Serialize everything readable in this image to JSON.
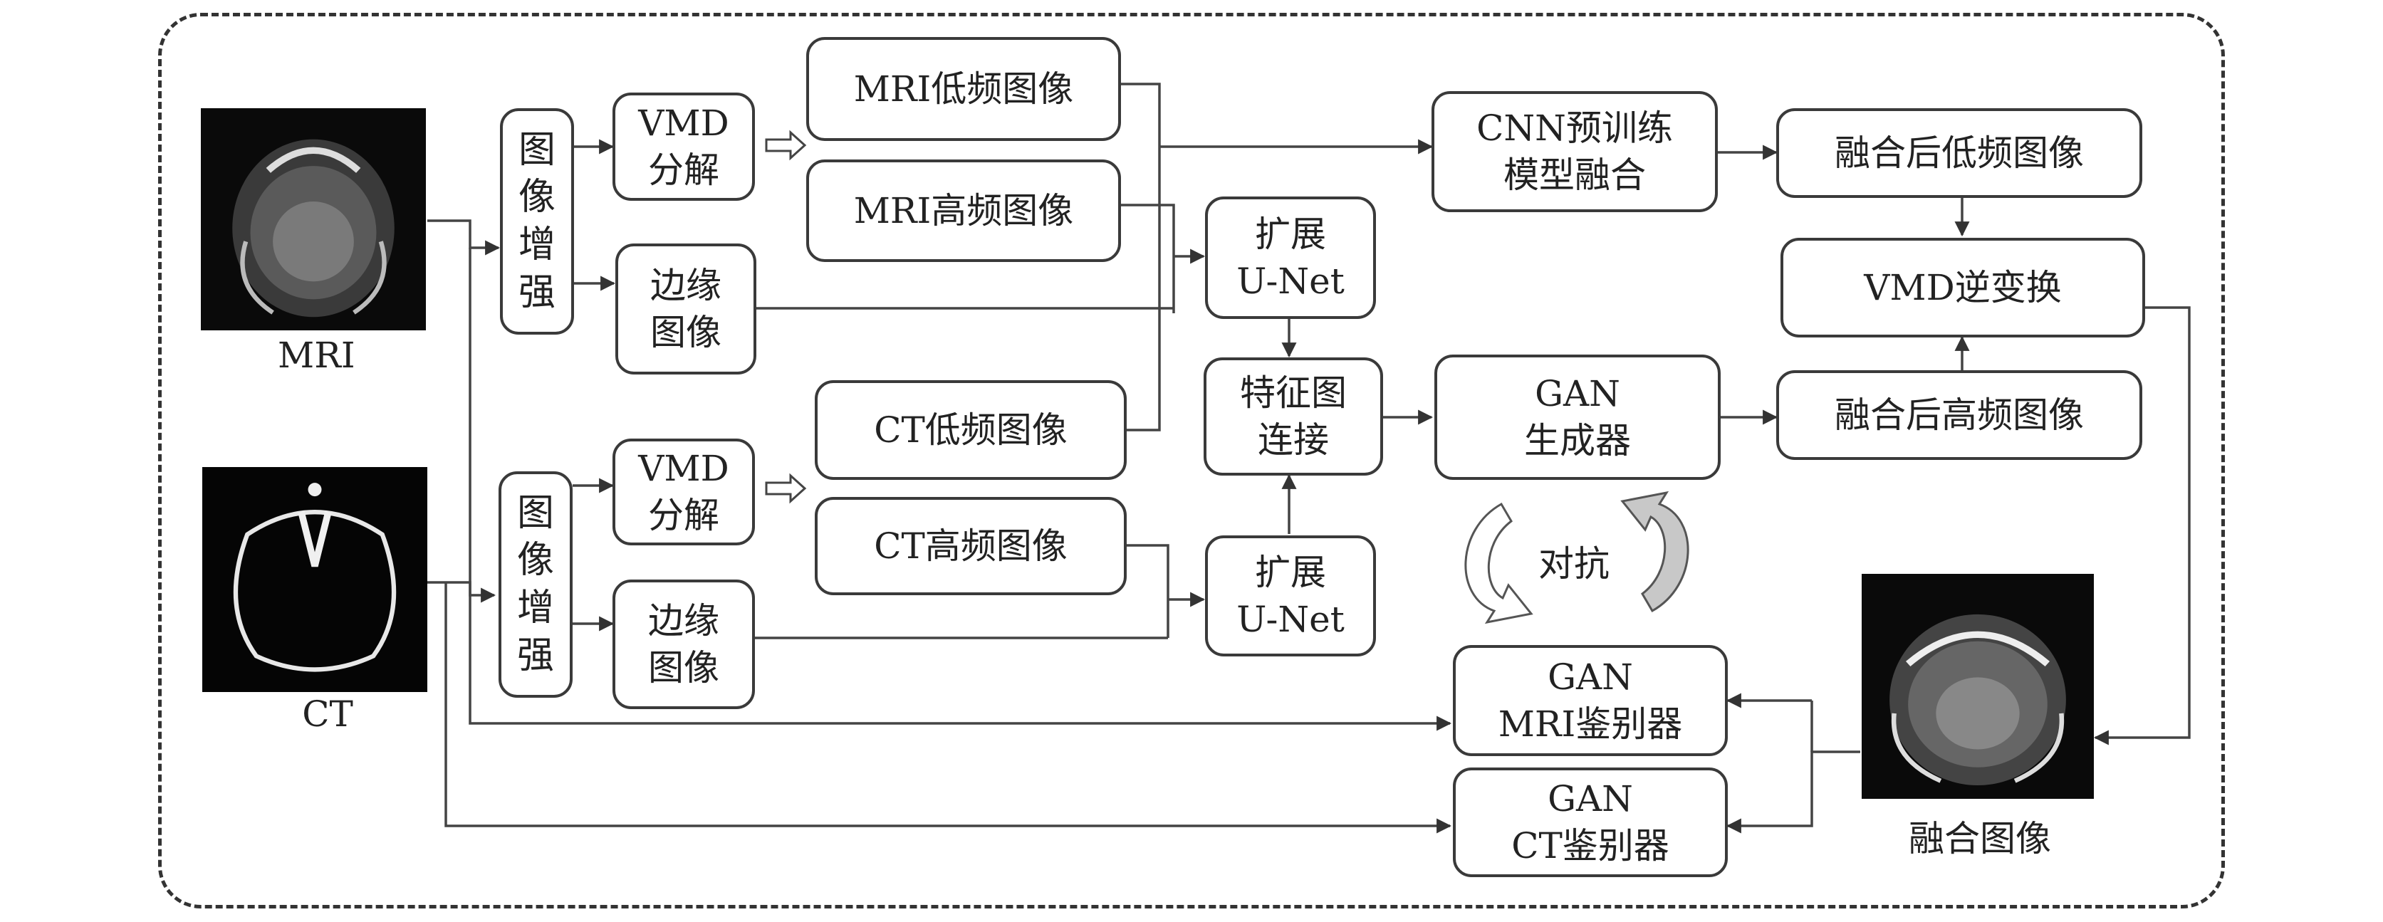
{
  "images": {
    "mri": "MRI",
    "ct": "CT",
    "fused": "融合图像"
  },
  "enhance": {
    "top": "图\n像\n增\n强",
    "bottom": "图\n像\n增\n强"
  },
  "vmd": {
    "top": "VMD\n分解",
    "bottom": "VMD\n分解"
  },
  "edge": {
    "top": "边缘\n图像",
    "bottom": "边缘\n图像"
  },
  "bands": {
    "mri_low": "MRI低频图像",
    "mri_high": "MRI高频图像",
    "ct_low": "CT低频图像",
    "ct_high": "CT高频图像"
  },
  "unet": {
    "top": "扩展\nU-Net",
    "bottom": "扩展\nU-Net"
  },
  "concat": "特征图\n连接",
  "cnn": "CNN预训练\n模型融合",
  "gan_gen": "GAN\n生成器",
  "fused_low": "融合后低频图像",
  "fused_high": "融合后高频图像",
  "vmd_inverse": "VMD逆变换",
  "adversarial": "对抗",
  "disc_mri": "GAN\nMRI鉴别器",
  "disc_ct": "GAN\nCT鉴别器"
}
